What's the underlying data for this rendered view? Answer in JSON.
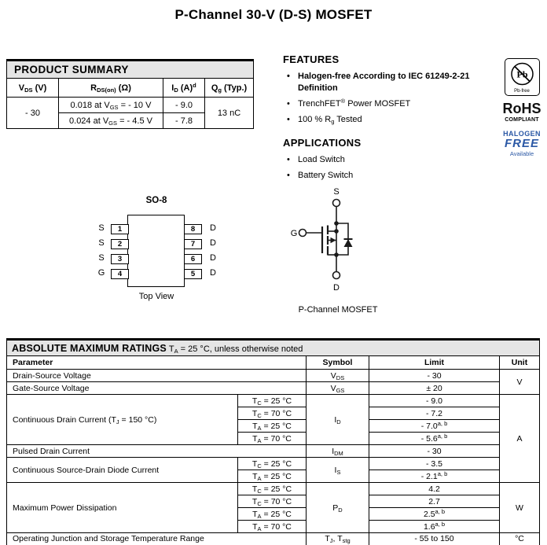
{
  "colors": {
    "accent_blue": "#2b58a5",
    "table_header_bg": "#e5e5e5"
  },
  "page_title": "P-Channel 30-V (D-S) MOSFET",
  "product_summary": {
    "title": "PRODUCT SUMMARY",
    "headers": [
      "V<sub>DS</sub> (V)",
      "R<sub>DS(on)</sub> (Ω)",
      "I<sub>D</sub> (A)<sup>d</sup>",
      "Q<sub>g</sub> (Typ.)"
    ],
    "vds": "- 30",
    "rows": [
      {
        "rdson": "0.018 at V<sub>GS</sub> = - 10 V",
        "id": "- 9.0"
      },
      {
        "rdson": "0.024 at V<sub>GS</sub> = - 4.5 V",
        "id": "- 7.8"
      }
    ],
    "qg": "13 nC"
  },
  "features": {
    "heading": "FEATURES",
    "items": [
      "Halogen-free According to IEC 61249-2-21<br>Definition",
      "TrenchFET<sup>®</sup> Power MOSFET",
      "100 % R<sub>g</sub> Tested"
    ]
  },
  "applications": {
    "heading": "APPLICATIONS",
    "items": [
      "Load Switch",
      "Battery Switch"
    ]
  },
  "badges": {
    "pb": "Pb",
    "pb_free": "Pb-free",
    "rohs": "RoHS",
    "compliant": "COMPLIANT",
    "halogen": "HALOGEN",
    "free": "FREE",
    "available": "Available"
  },
  "package": {
    "name": "SO-8",
    "caption": "Top View",
    "left_pins": [
      {
        "num": "1",
        "label": "S"
      },
      {
        "num": "2",
        "label": "S"
      },
      {
        "num": "3",
        "label": "S"
      },
      {
        "num": "4",
        "label": "G"
      }
    ],
    "right_pins": [
      {
        "num": "8",
        "label": "D"
      },
      {
        "num": "7",
        "label": "D"
      },
      {
        "num": "6",
        "label": "D"
      },
      {
        "num": "5",
        "label": "D"
      }
    ]
  },
  "schematic": {
    "source": "S",
    "gate": "G",
    "drain": "D",
    "caption": "P-Channel MOSFET"
  },
  "absmax": {
    "title": "ABSOLUTE MAXIMUM RATINGS",
    "note": "T<sub>A</sub> = 25 °C, unless otherwise noted",
    "headers": [
      "Parameter",
      "Symbol",
      "Limit",
      "Unit"
    ],
    "units": {
      "v": "V",
      "a": "A",
      "w": "W",
      "c": "°C"
    },
    "vds": {
      "param": "Drain-Source Voltage",
      "symbol": "V<sub>DS</sub>",
      "limit": "- 30"
    },
    "vgs": {
      "param": "Gate-Source Voltage",
      "symbol": "V<sub>GS</sub>",
      "limit": "± 20"
    },
    "id": {
      "param": "Continuous Drain Current (T<sub>J</sub> = 150 °C)",
      "symbol": "I<sub>D</sub>",
      "conditions": [
        "T<sub>C</sub> = 25 °C",
        "T<sub>C</sub> = 70 °C",
        "T<sub>A</sub> = 25 °C",
        "T<sub>A</sub> = 70 °C"
      ],
      "limits": [
        "- 9.0",
        "- 7.2",
        "- 7.0<sup>a, b</sup>",
        "- 5.6<sup>a, b</sup>"
      ]
    },
    "idm": {
      "param": "Pulsed Drain Current",
      "symbol": "I<sub>DM</sub>",
      "limit": "- 30"
    },
    "is": {
      "param": "Continuous Source-Drain Diode Current",
      "symbol": "I<sub>S</sub>",
      "conditions": [
        "T<sub>C</sub> = 25 °C",
        "T<sub>A</sub> = 25 °C"
      ],
      "limits": [
        "- 3.5",
        "- 2.1<sup>a, b</sup>"
      ]
    },
    "pd": {
      "param": "Maximum Power Dissipation",
      "symbol": "P<sub>D</sub>",
      "conditions": [
        "T<sub>C</sub> = 25 °C",
        "T<sub>C</sub> = 70 °C",
        "T<sub>A</sub> = 25 °C",
        "T<sub>A</sub> = 70 °C"
      ],
      "limits": [
        "4.2",
        "2.7",
        "2.5<sup>a, b</sup>",
        "1.6<sup>a, b</sup>"
      ]
    },
    "tj": {
      "param": "Operating Junction and Storage Temperature Range",
      "symbol": "T<sub>J</sub>, T<sub>stg</sub>",
      "limit": "- 55 to 150"
    }
  }
}
